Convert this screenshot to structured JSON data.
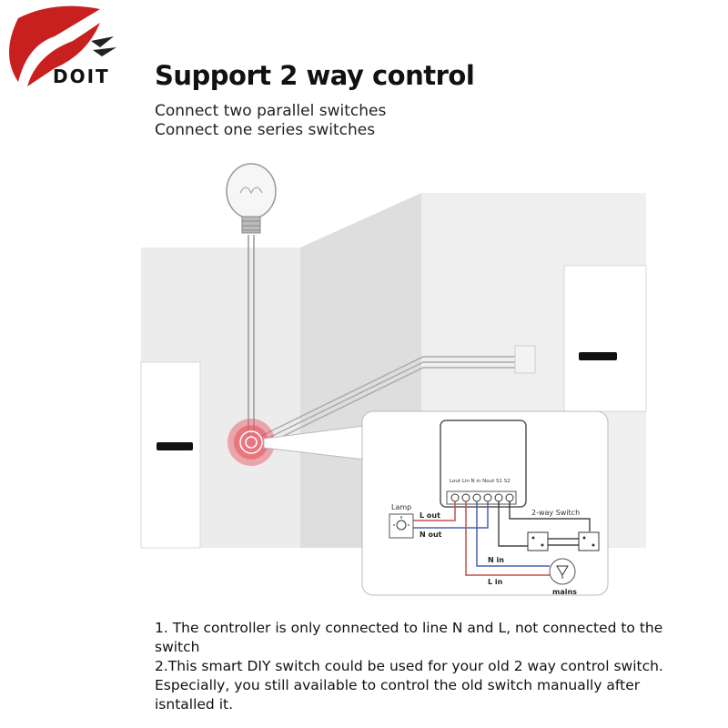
{
  "brand": {
    "name": "DOIT"
  },
  "header": {
    "title": "Support 2 way control",
    "subtitle_lines": [
      "Connect two parallel switches",
      "Connect one series switches"
    ]
  },
  "diagram": {
    "module_pins_label": "Lout Lin  N in Nout S1  S2",
    "labels": {
      "lamp": "Lamp",
      "l_out": "L out",
      "n_out": "N out",
      "two_way_switch": "2-way Switch",
      "n_in": "N in",
      "l_in": "L in",
      "mains": "mains"
    },
    "colors": {
      "live_wire": "#c0504d",
      "neutral_wire": "#4a5fb0",
      "highlight": "#e8505b"
    }
  },
  "notes": [
    "1. The controller is only connected to line N and L, not connected to the switch",
    "2.This smart DIY switch could be used for your old 2 way control switch. Especially, you still available to control the old switch manually after isntalled it."
  ]
}
